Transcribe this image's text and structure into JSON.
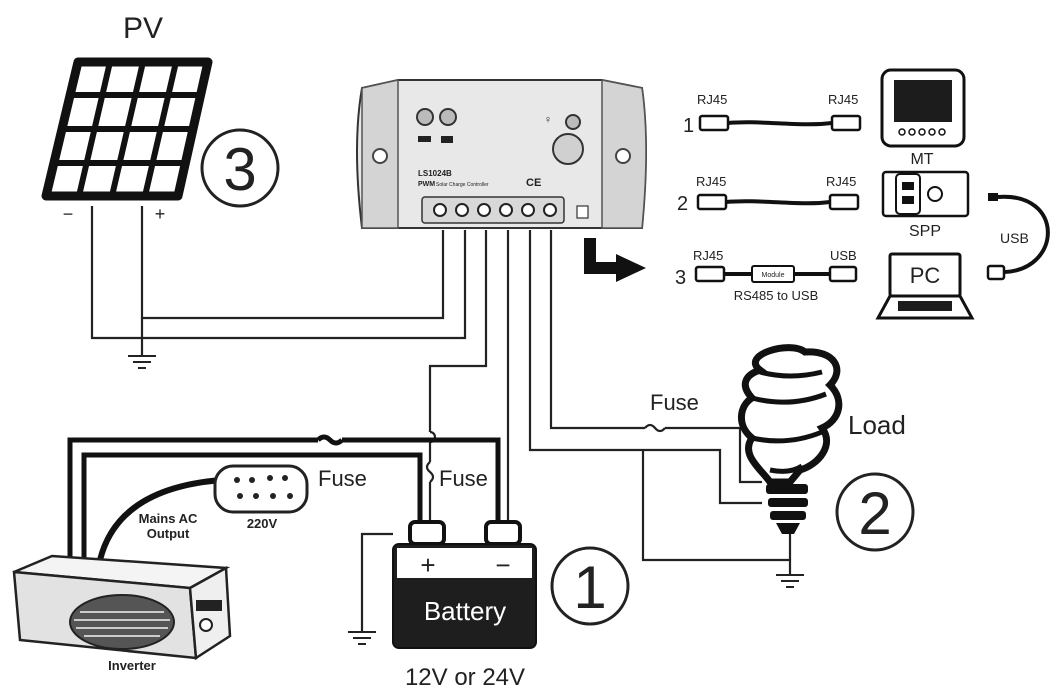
{
  "labels": {
    "pv": "PV",
    "pv_minus": "−",
    "pv_plus": "+",
    "num_pv": "3",
    "num_battery": "1",
    "num_load": "2",
    "fuse_load": "Fuse",
    "fuse_inverter": "Fuse",
    "fuse_battery": "Fuse",
    "load": "Load",
    "battery": "Battery",
    "battery_plus": "+",
    "battery_minus": "−",
    "battery_voltage": "12V or 24V",
    "mains_ac_1": "Mains AC",
    "mains_ac_2": "Output",
    "socket_voltage": "220V",
    "inverter": "Inverter",
    "controller_model": "LS1024B",
    "controller_sub": "PWM",
    "controller_desc": "Solar Charge Controller",
    "controller_ce": "CE",
    "link1_num": "1",
    "link1_left": "RJ45",
    "link1_right": "RJ45",
    "link1_device": "MT",
    "link2_num": "2",
    "link2_left": "RJ45",
    "link2_right": "RJ45",
    "link2_device": "SPP",
    "link3_num": "3",
    "link3_left": "RJ45",
    "link3_right": "USB",
    "link3_module": "Module",
    "link3_caption": "RS485 to USB",
    "link3_device": "PC",
    "usb_label": "USB"
  }
}
